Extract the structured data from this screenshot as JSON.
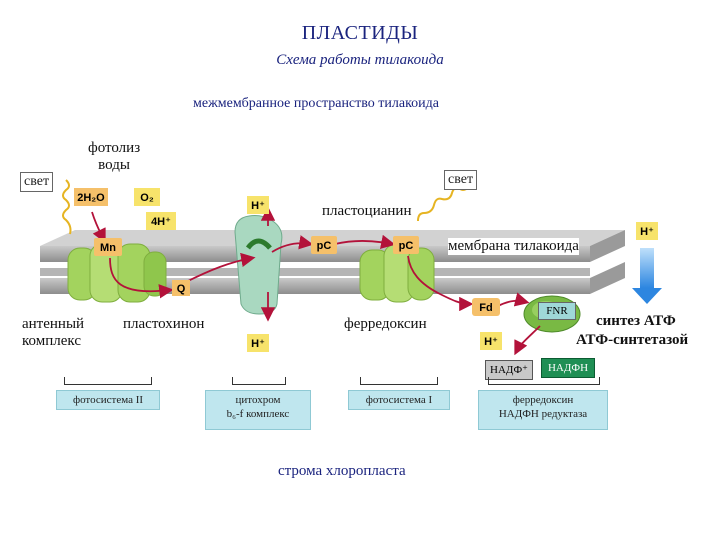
{
  "title": "ПЛАСТИДЫ",
  "subtitle": "Схема работы тилакоида",
  "regions": {
    "intermembrane": "межмембранное пространство тилакоида",
    "stroma": "строма хлоропласта"
  },
  "labels": {
    "light_left": "свет",
    "photolysis": "фотолиз\nводы",
    "light_right": "свет",
    "plastocyanin": "пластоцианин",
    "membrane": "мембрана тилакоида",
    "antenna": "антенный\nкомплекс",
    "plastoquinone": "пластохинон",
    "ferredoxin": "ферредоксин",
    "atp_synthesis": "синтез АТФ",
    "atp_synthase": "АТФ-синтетазой"
  },
  "molecule_tags": {
    "water": "2H₂O",
    "oxygen": "O₂",
    "four_h": "4H⁺",
    "mn": "Mn",
    "q": "Q",
    "pc_left": "pC",
    "pc_right": "pC",
    "h_top": "H⁺",
    "h_bottom": "H⁺",
    "h_right": "H⁺",
    "h_fnr": "H⁺",
    "fd": "Fd",
    "fnr": "FNR",
    "nadp": "НАДФ⁺",
    "nadph": "НАДФН"
  },
  "complexes": {
    "ps2": "фотосистема II",
    "cyt": "цитохром\nb₆-f комплекс",
    "ps1": "фотосистема I",
    "fnr": "ферредоксин\nНАДФН редуктаза"
  },
  "colors": {
    "membrane": "#a8a8a8",
    "protein_green": "#9fcf5a",
    "cytochrome": "#a9d8c0",
    "tag_orange": "#f5c06a",
    "tag_yellow": "#f7e36b",
    "box_blue": "#bfe6ee",
    "arrow_red": "#b3123a",
    "arrow_blue": "#3a8fe0"
  }
}
